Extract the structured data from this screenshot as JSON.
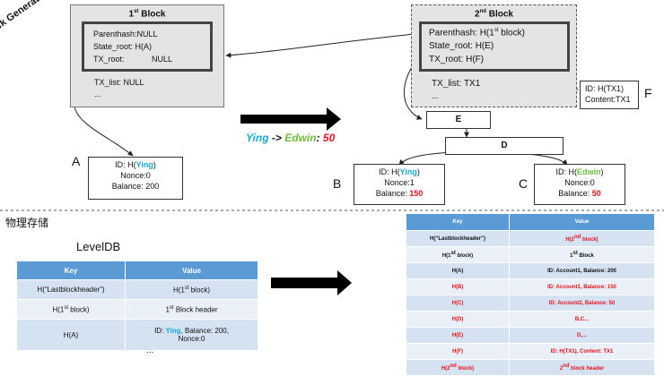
{
  "side_label": "Block Generation",
  "block1": {
    "title": "1",
    "title_sup": "st",
    "title_rest": " Block",
    "parenthash": "Parenthash:NULL",
    "state_root": "State_root: H(A)",
    "tx_root_key": "TX_root:",
    "tx_root_val": "NULL",
    "tx_list": "TX_list: NULL",
    "ellipsis": "..."
  },
  "block2": {
    "title": "2",
    "title_sup": "nd",
    "title_rest": " Block",
    "parenthash_a": "Parenthash: H(1",
    "parenthash_sup": "st",
    "parenthash_b": " block)",
    "state_root": "State_root: H(E)",
    "tx_root": "TX_root: H(F)",
    "tx_list": "TX_list: TX1",
    "ellipsis": "..."
  },
  "node_f": {
    "line1": "ID: H(TX1)",
    "line2": "Content:TX1",
    "label": "F"
  },
  "node_e": {
    "text": "E"
  },
  "node_d": {
    "text": "D"
  },
  "node_a": {
    "id_a": "ID: H(",
    "id_name": "Ying",
    "id_b": ")",
    "nonce": "Nonce:0",
    "balance": "Balance: 200",
    "label": "A"
  },
  "node_b": {
    "id_a": "ID: H(",
    "id_name": "Ying",
    "id_b": ")",
    "nonce": "Nonce:1",
    "balance_a": "Balance: ",
    "balance_val": "150",
    "label": "B"
  },
  "node_c": {
    "id_a": "ID: H(",
    "id_name": "Edwin",
    "id_b": ")",
    "nonce": "Nonce:0",
    "balance_a": "Balance: ",
    "balance_val": "50",
    "label": "C"
  },
  "transfer": {
    "from": "Ying",
    "arrow": " -> ",
    "to": "Edwin",
    "sep": ": ",
    "amount": "50"
  },
  "storage_title": "物理存储",
  "leveldb_title": "LevelDB",
  "table_small": {
    "headers": [
      "Key",
      "Value"
    ],
    "row1": {
      "key": "H(“Lastblockheader”)",
      "val_a": "H(1",
      "val_sup": "st",
      "val_b": " block)"
    },
    "row2": {
      "key_a": "H(1",
      "key_sup": "st",
      "key_b": " block)",
      "val_a": "1",
      "val_sup": "st",
      "val_b": " Block header"
    },
    "row3": {
      "key": "H(A)",
      "val_a": "ID: ",
      "val_name": "Ying",
      "val_b": ", Balance: 200,",
      "val_c": "Nonce:0"
    },
    "more": "..."
  },
  "table_large": {
    "headers": [
      "Key",
      "Value"
    ],
    "r1": {
      "key": "H(“Lastblockheader”)",
      "val_a": "H(2",
      "val_sup": "nd",
      "val_b": " block)"
    },
    "r2": {
      "key_a": "H(1",
      "key_sup": "st",
      "key_b": " block)",
      "val_a": "1",
      "val_sup": "st",
      "val_b": " Block"
    },
    "r3": {
      "key": "H(A)",
      "val": "ID: Account1, Balance: 200"
    },
    "r4": {
      "key": "H(B)",
      "val": "ID: Account1, Balance: 150"
    },
    "r5": {
      "key": "H(C)",
      "val": "ID: Account2, Balance: 50"
    },
    "r6": {
      "key": "H(D)",
      "val": "B,C..."
    },
    "r7": {
      "key": "H(E)",
      "val": "D,..."
    },
    "r8": {
      "key": "H(F)",
      "val": "ID: H(TX1), Content: TX1"
    },
    "r9": {
      "key_a": "H(2",
      "key_sup": "nd",
      "key_b": " block)",
      "val_a": "2",
      "val_sup": "nd",
      "val_b": " block header"
    }
  },
  "colors": {
    "cyan": "#19a7d8",
    "green": "#6cbf3c",
    "red": "#e6121c",
    "header_blue": "#5b9bd5"
  }
}
